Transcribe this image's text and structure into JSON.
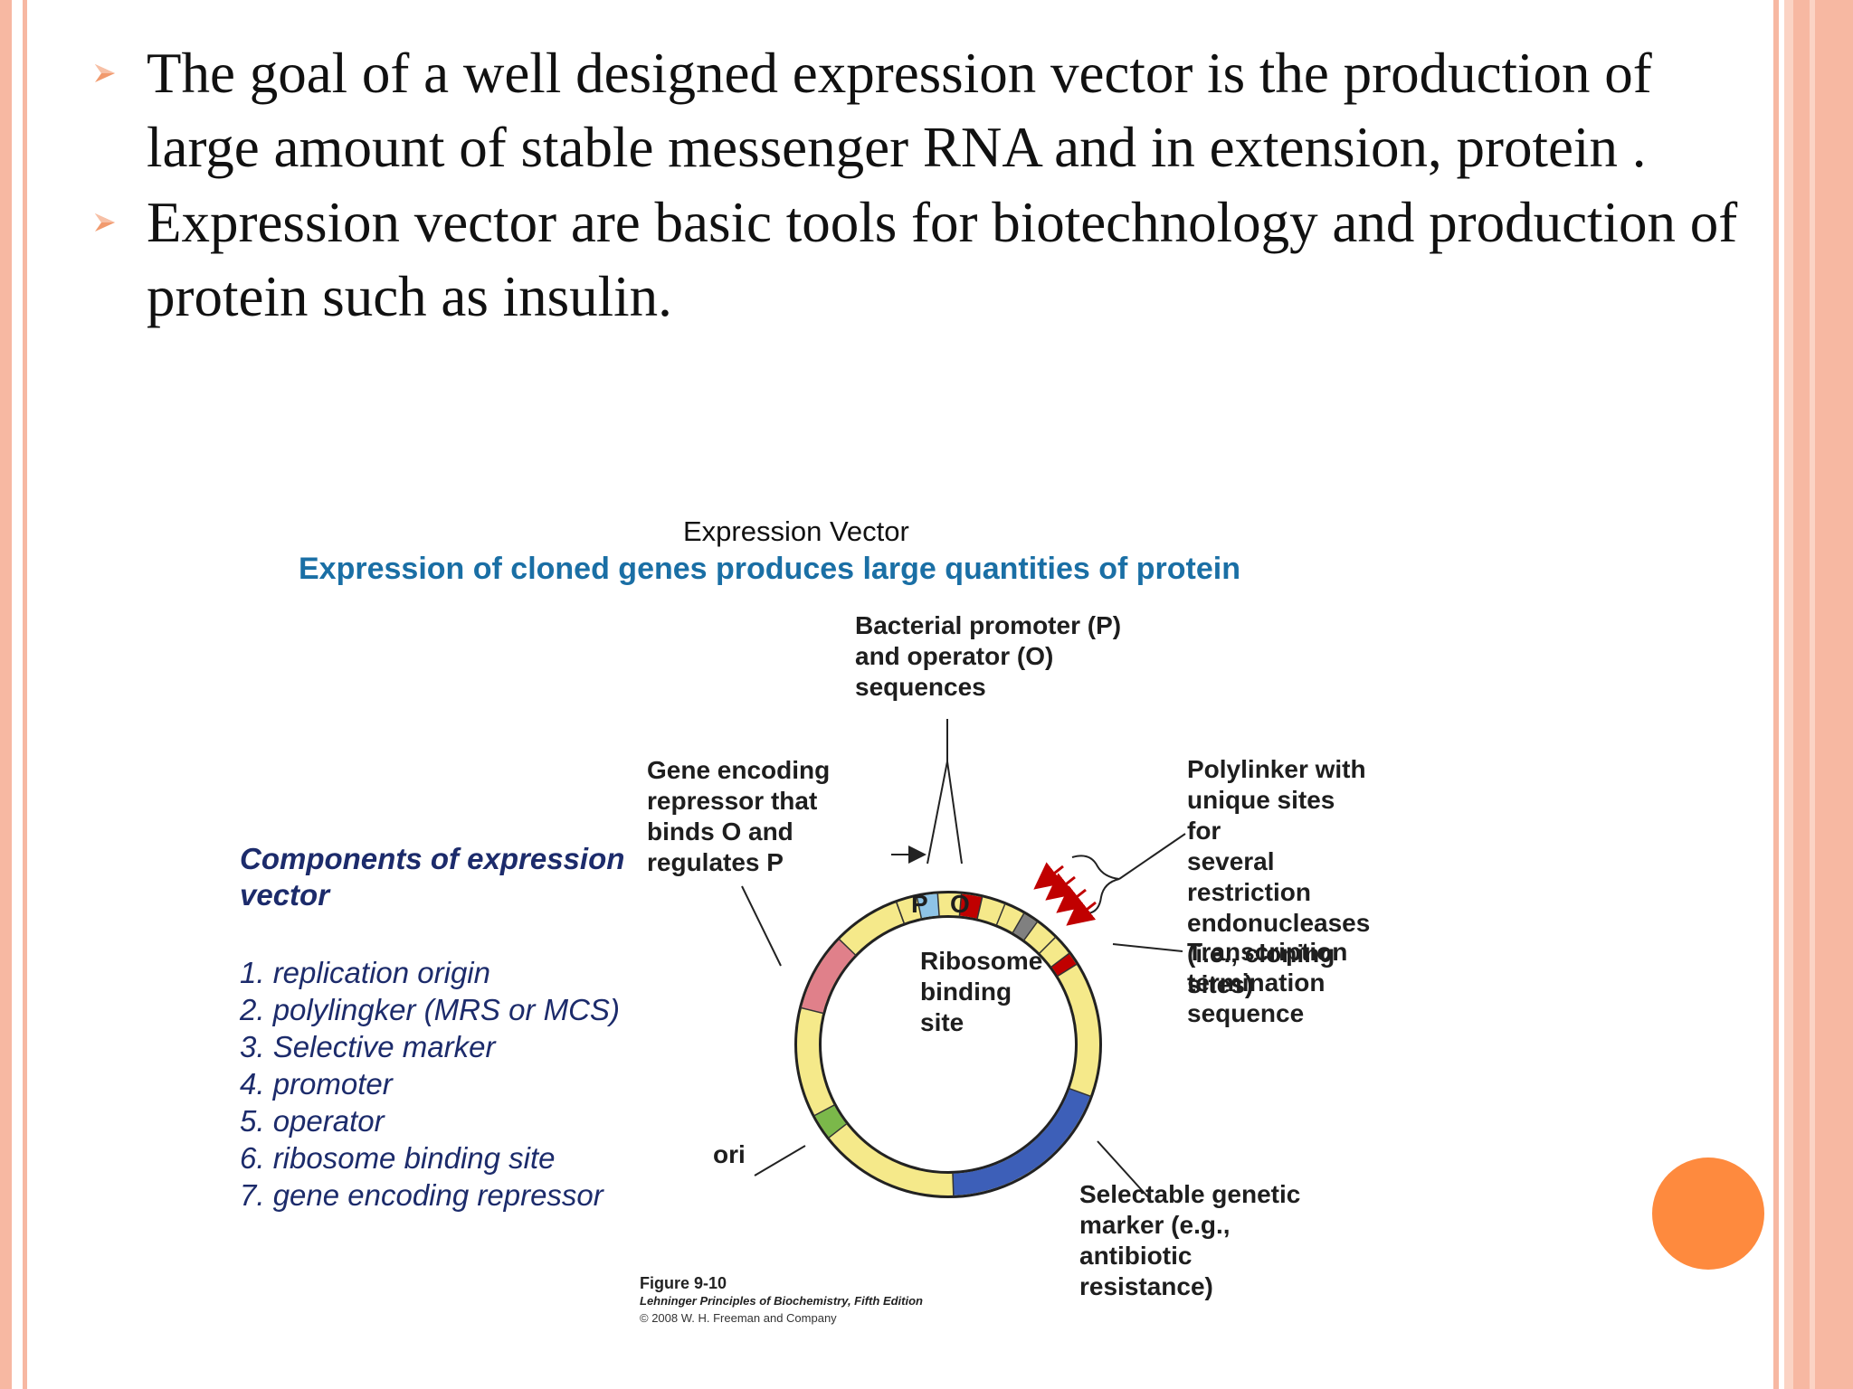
{
  "slide": {
    "bullets": [
      "The goal of a well designed expression vector is the production of large amount of stable messenger RNA and in extension, protein .",
      "Expression vector are basic tools for biotechnology and production of protein such as insulin."
    ],
    "accent_color": "#f7b8a2",
    "bullet_color": "#f19a6e",
    "dot_color": "#fe8a3e"
  },
  "figure": {
    "title": "Expression Vector",
    "subtitle": "Expression of cloned genes produces large quantities of protein",
    "labels": {
      "promoter": "Bacterial promoter (P)\nand operator (O)\nsequences",
      "repressor": "Gene encoding\nrepressor that\nbinds O and\nregulates P",
      "polylinker": "Polylinker with\nunique sites for\nseveral restriction\nendonucleases\n(i.e., cloning sites)",
      "p": "P",
      "o": "O",
      "rbs": "Ribosome\nbinding\nsite",
      "termination": "Transcription\ntermination\nsequence",
      "ori": "ori",
      "marker": "Selectable genetic\nmarker (e.g., antibiotic\nresistance)"
    },
    "components_title": "Components of expression\nvector",
    "components": [
      "1. replication origin",
      "2. polylingker (MRS or MCS)",
      "3. Selective marker",
      "4. promoter",
      "5. operator",
      "6. ribosome binding site",
      "7. gene encoding repressor"
    ],
    "credit": {
      "figure": "Figure 9-10",
      "book": "Lehninger Principles of Biochemistry, Fifth Edition",
      "copyright": "© 2008 W. H. Freeman and Company"
    },
    "colors": {
      "ring": "#f5e98a",
      "promoter": "#8ec3e6",
      "operator": "#c00000",
      "polylinker": "#808080",
      "terminator": "#c00000",
      "repressor": "#e0808a",
      "ori": "#7bb84a",
      "marker": "#3d5fb8"
    }
  }
}
